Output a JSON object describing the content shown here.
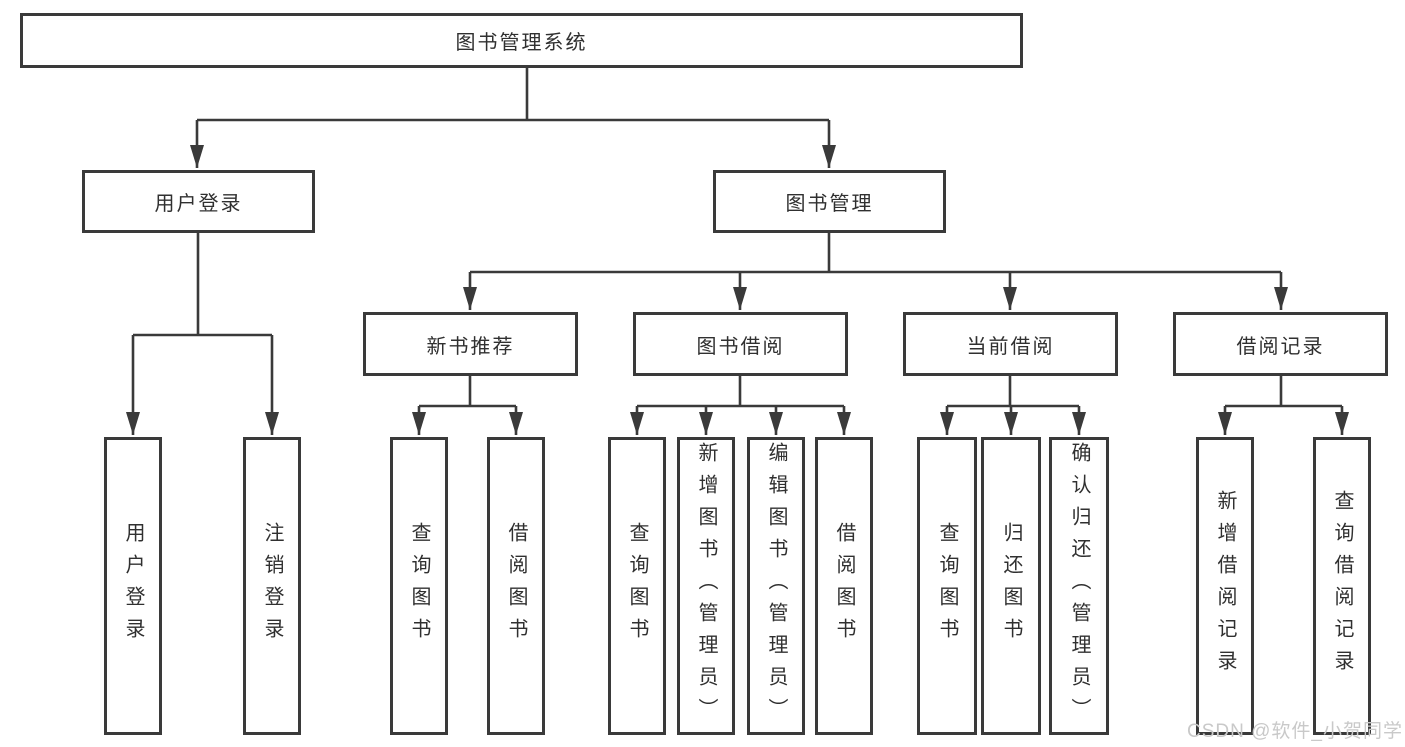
{
  "tree": {
    "root": {
      "label": "图书管理系统"
    },
    "children": [
      {
        "label": "用户登录",
        "children": [
          {
            "label": "用户登录"
          },
          {
            "label": "注销登录"
          }
        ]
      },
      {
        "label": "图书管理",
        "children": [
          {
            "label": "新书推荐",
            "children": [
              {
                "label": "查询图书"
              },
              {
                "label": "借阅图书"
              }
            ]
          },
          {
            "label": "图书借阅",
            "children": [
              {
                "label": "查询图书"
              },
              {
                "label": "新增图书（管理员）"
              },
              {
                "label": "编辑图书（管理员）"
              },
              {
                "label": "借阅图书"
              }
            ]
          },
          {
            "label": "当前借阅",
            "children": [
              {
                "label": "查询图书"
              },
              {
                "label": "归还图书"
              },
              {
                "label": "确认归还（管理员）"
              }
            ]
          },
          {
            "label": "借阅记录",
            "children": [
              {
                "label": "新增借阅记录"
              },
              {
                "label": "查询借阅记录"
              }
            ]
          }
        ]
      }
    ]
  },
  "watermark": {
    "text": "CSDN @软件_小贺同学"
  },
  "colors": {
    "line": "#3a3a3a",
    "text": "#303030",
    "background": "#ffffff",
    "watermark": "#c9c9c9"
  }
}
